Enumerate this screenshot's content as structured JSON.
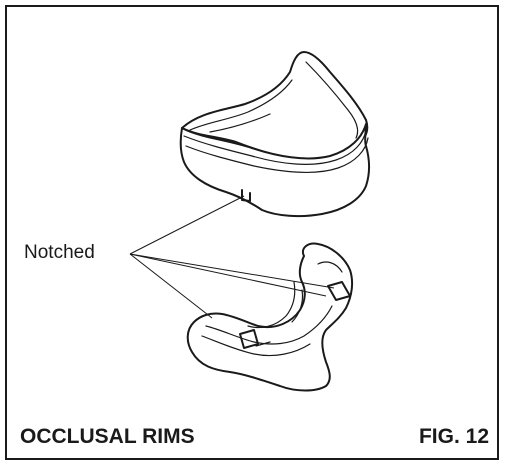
{
  "figure": {
    "callout": "Notched",
    "caption_title": "OCCLUSAL RIMS",
    "caption_number": "FIG. 12"
  }
}
